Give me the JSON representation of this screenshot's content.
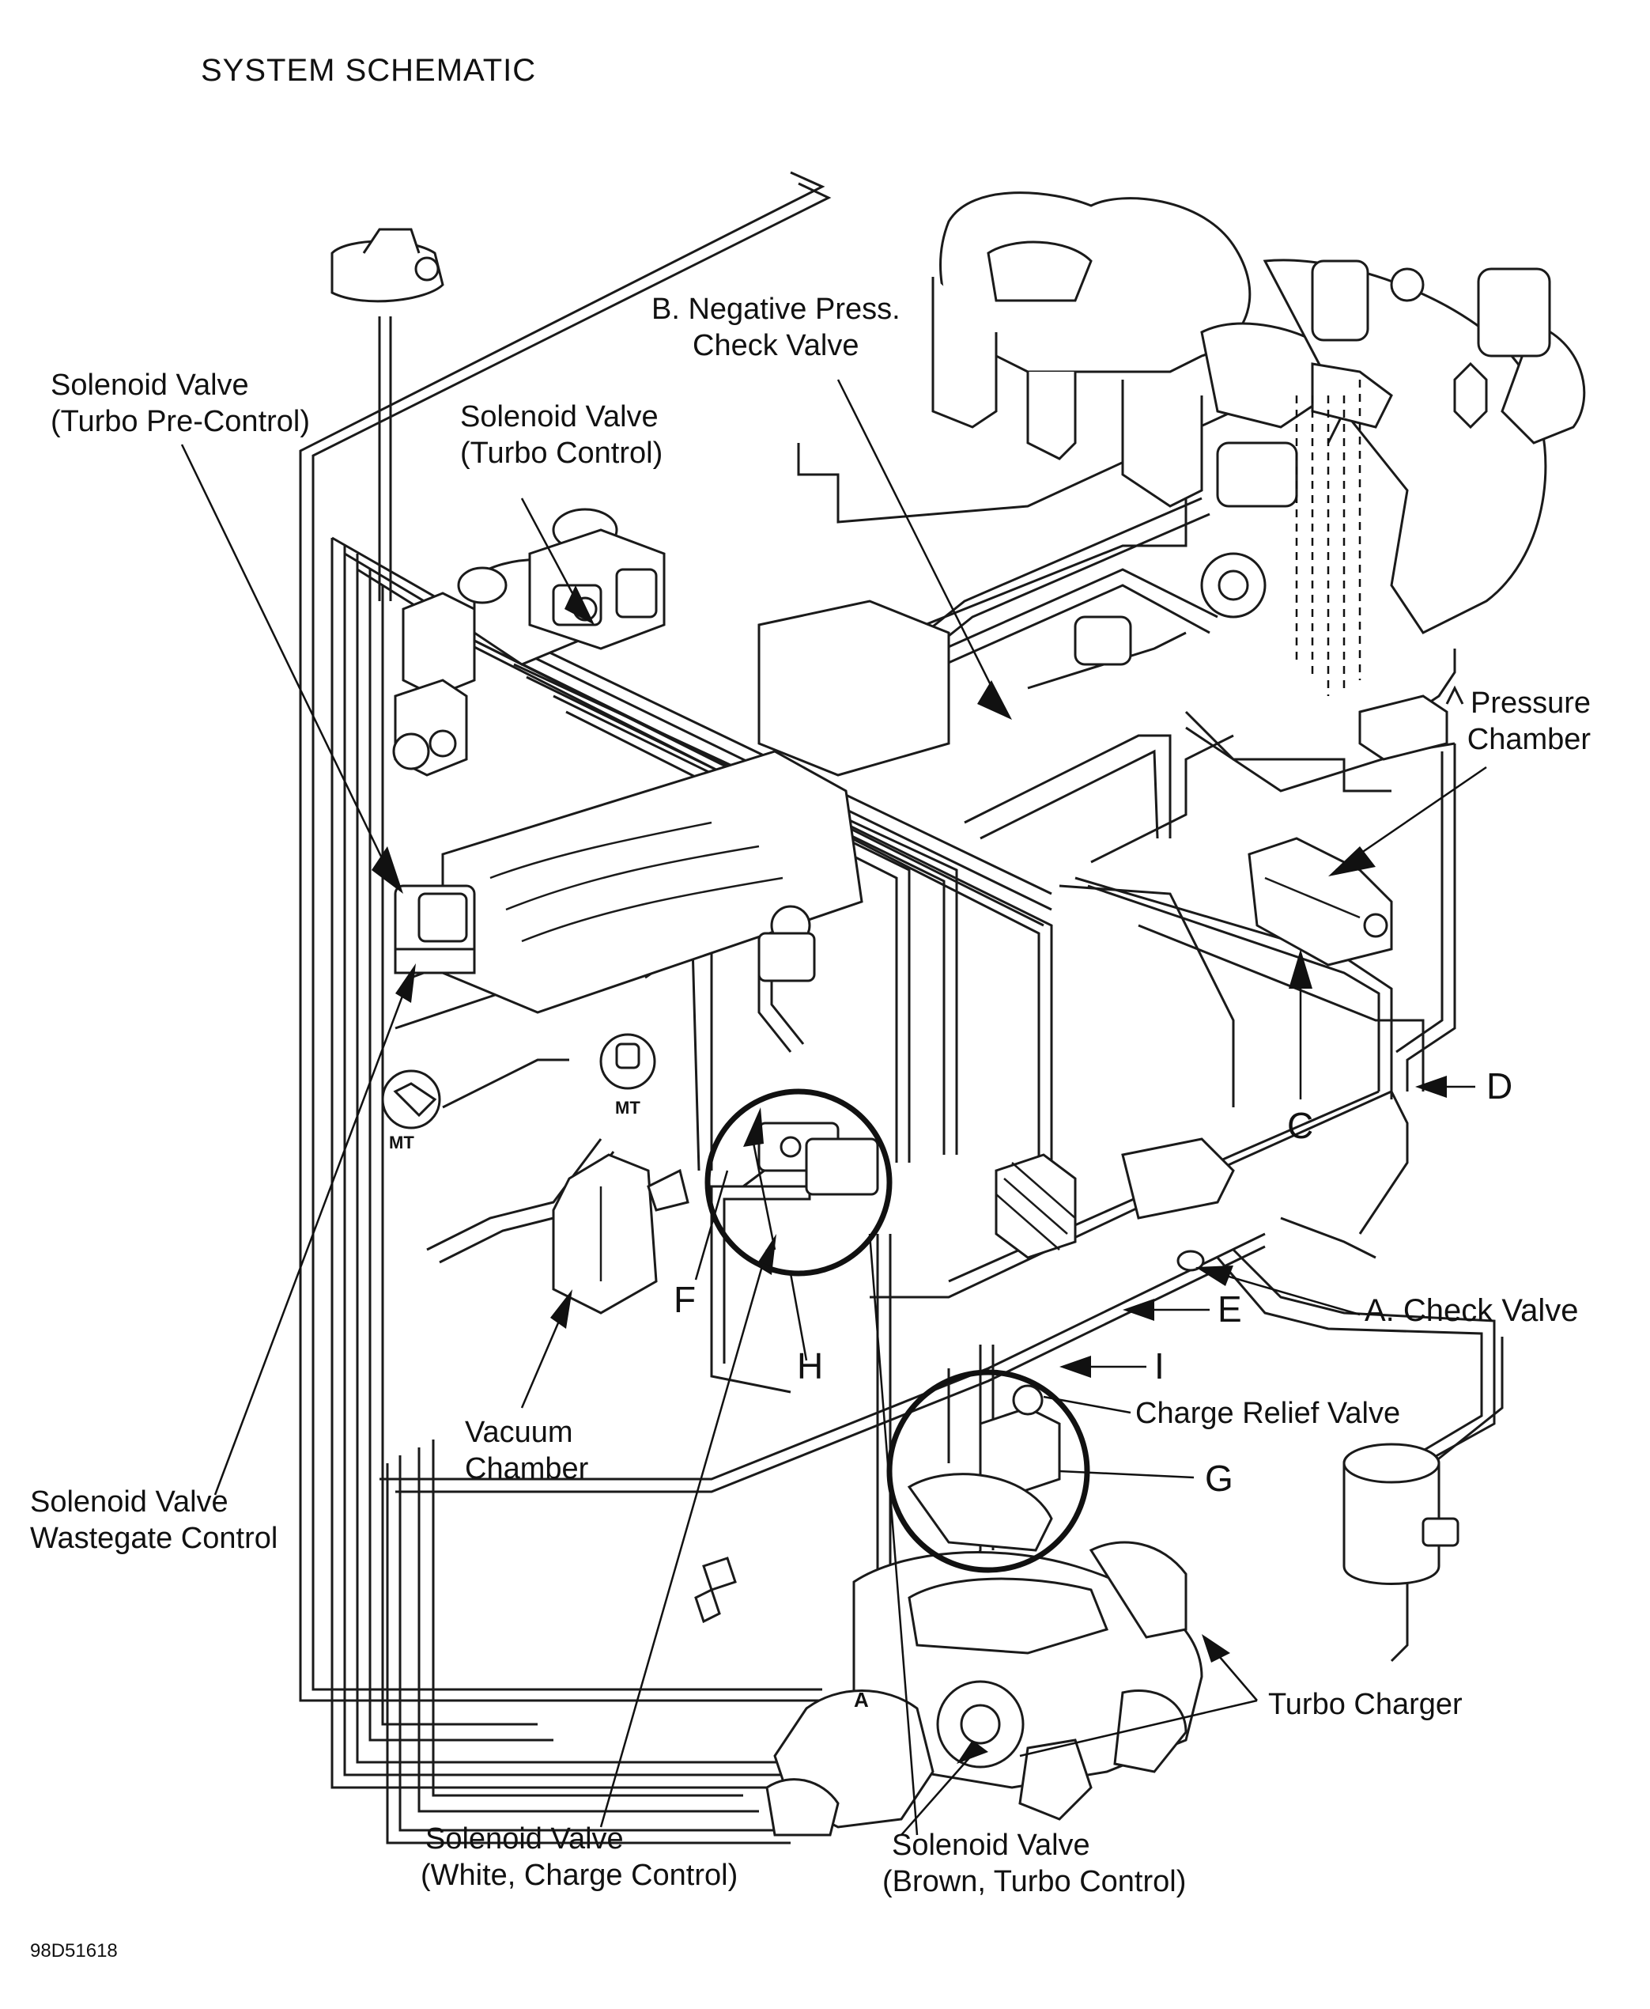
{
  "title": "SYSTEM SCHEMATIC",
  "figure_id": "98D51618",
  "labels": {
    "b_neg_press_1": "B. Negative Press.",
    "b_neg_press_2": "Check Valve",
    "sol_turbo_pre_1": "Solenoid Valve",
    "sol_turbo_pre_2": "(Turbo Pre-Control)",
    "sol_turbo_ctrl_1": "Solenoid Valve",
    "sol_turbo_ctrl_2": "(Turbo Control)",
    "pressure_chamber_1": "Pressure",
    "pressure_chamber_2": "Chamber",
    "letter_c": "C",
    "letter_d": "D",
    "letter_e": "E",
    "letter_f": "F",
    "letter_g": "G",
    "letter_h": "H",
    "letter_i": "I",
    "check_valve_a": "A. Check Valve",
    "charge_relief": "Charge Relief Valve",
    "vacuum_chamber_1": "Vacuum",
    "vacuum_chamber_2": "Chamber",
    "sol_wastegate_1": "Solenoid Valve",
    "sol_wastegate_2": "Wastegate Control",
    "turbo_charger": "Turbo Charger",
    "sol_white_1": "Solenoid Valve",
    "sol_white_2": "(White, Charge Control)",
    "sol_brown_1": "Solenoid Valve",
    "sol_brown_2": "(Brown, Turbo Control)",
    "mt_1": "MT",
    "mt_2": "MT",
    "turbo_a": "A"
  }
}
